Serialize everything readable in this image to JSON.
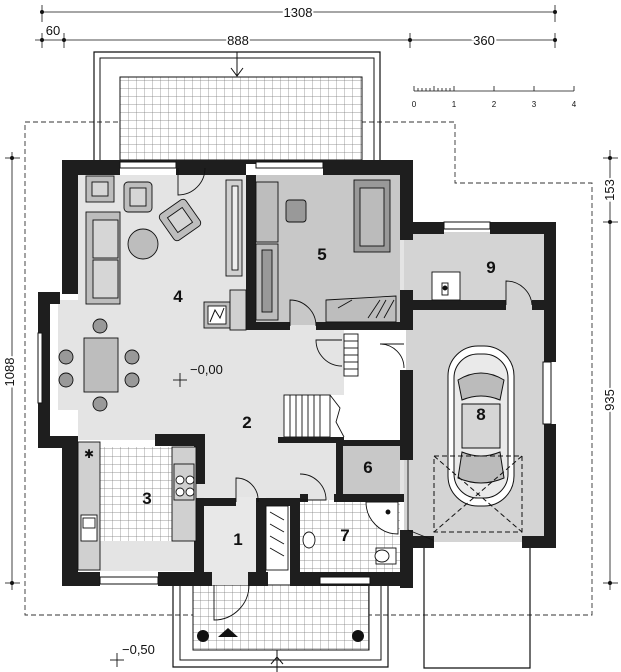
{
  "dimensions": {
    "overall_width": "1308",
    "offset": "60",
    "house_width": "888",
    "garage_width": "360",
    "overall_depth": "1088",
    "depth_main": "935",
    "depth_offset": "153"
  },
  "scale_bar": {
    "labels": [
      "0",
      "1",
      "2",
      "3",
      "4"
    ]
  },
  "rooms": {
    "r1": "1",
    "r2": "2",
    "r3": "3",
    "r4": "4",
    "r5": "5",
    "r6": "6",
    "r7": "7",
    "r8": "8",
    "r9": "9"
  },
  "levels": {
    "floor": "−0,00",
    "entrance": "−0,50"
  },
  "colors": {
    "wall": "#1e1e1e",
    "living_floor": "#e4e4e4",
    "study_floor": "#c8c8c8",
    "garage_floor": "#d4d4d4",
    "tile_grid": "#777777"
  }
}
